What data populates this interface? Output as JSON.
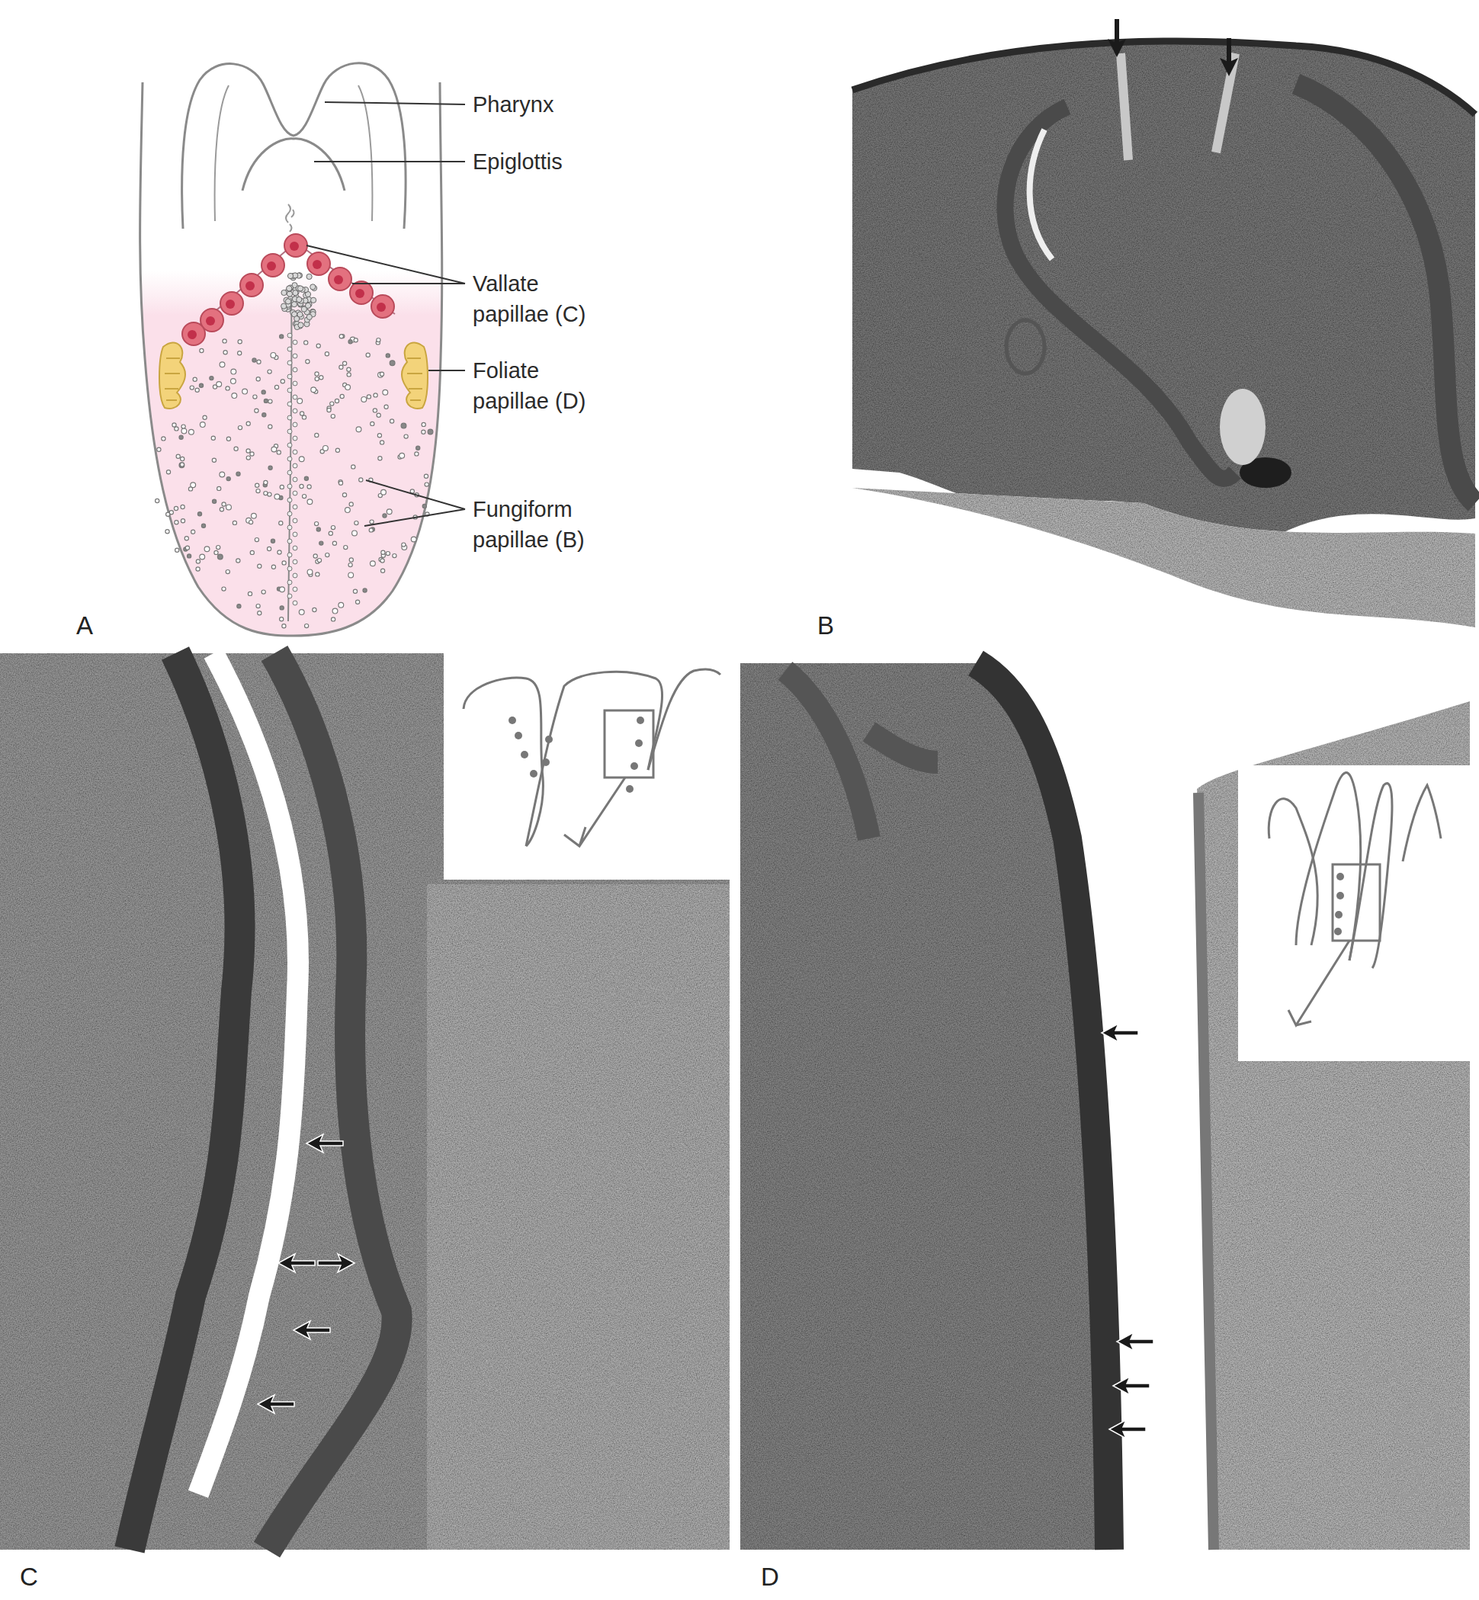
{
  "diagram": {
    "labels": [
      "Pharynx",
      "Epiglottis",
      "Vallate papillae (C)",
      "Foliate papillae (D)",
      "Fungiform papillae (B)",
      "A",
      "B",
      "C",
      "D"
    ]
  }
}
